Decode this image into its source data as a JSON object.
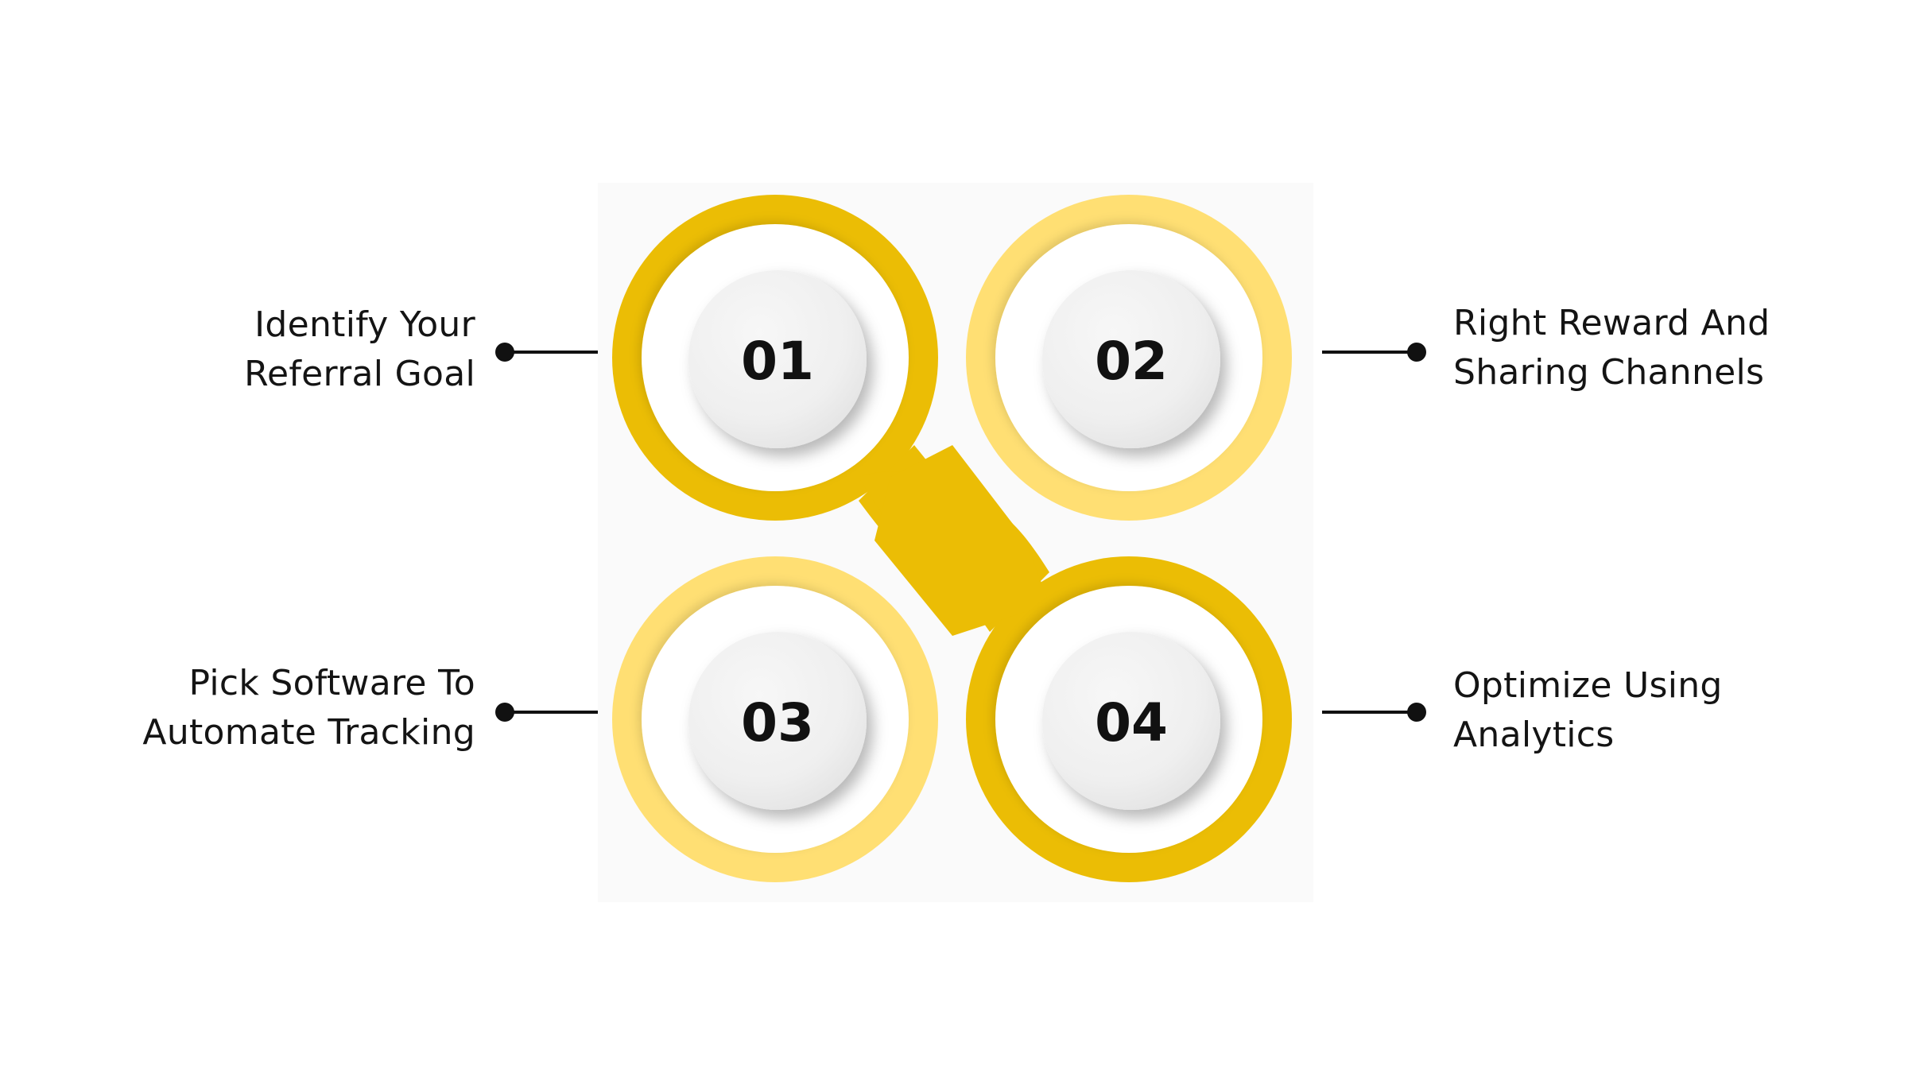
{
  "colors": {
    "dark_yellow": "#EBBD05",
    "light_yellow": "#FFDF73",
    "disc_fill": "#F2F2F2",
    "text": "#141414",
    "connector": "#111111",
    "panel_background": "#FAFAFA"
  },
  "steps": [
    {
      "number": "01",
      "label_lines": [
        "Identify Your",
        "Referral Goal"
      ],
      "ring_color": "dark_yellow"
    },
    {
      "number": "02",
      "label_lines": [
        "Right Reward And",
        "Sharing Channels"
      ],
      "ring_color": "light_yellow"
    },
    {
      "number": "03",
      "label_lines": [
        "Pick Software To",
        "Automate Tracking"
      ],
      "ring_color": "light_yellow"
    },
    {
      "number": "04",
      "label_lines": [
        "Optimize Using",
        "Analytics"
      ],
      "ring_color": "dark_yellow"
    }
  ]
}
